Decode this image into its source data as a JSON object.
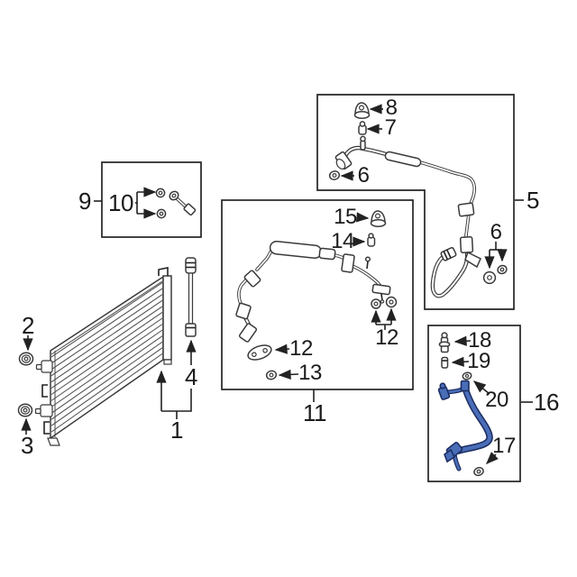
{
  "diagram": {
    "background_color": "#ffffff",
    "line_color": "#2b2b2b",
    "label_color": "#1b1b1b",
    "highlight_fill": "#4a6db8",
    "highlight_outline": "#1c2d61",
    "labels": [
      "1",
      "2",
      "3",
      "4",
      "5",
      "6",
      "7",
      "8",
      "9",
      "10",
      "11",
      "12",
      "13",
      "14",
      "15",
      "16",
      "17",
      "18",
      "19",
      "20"
    ]
  }
}
